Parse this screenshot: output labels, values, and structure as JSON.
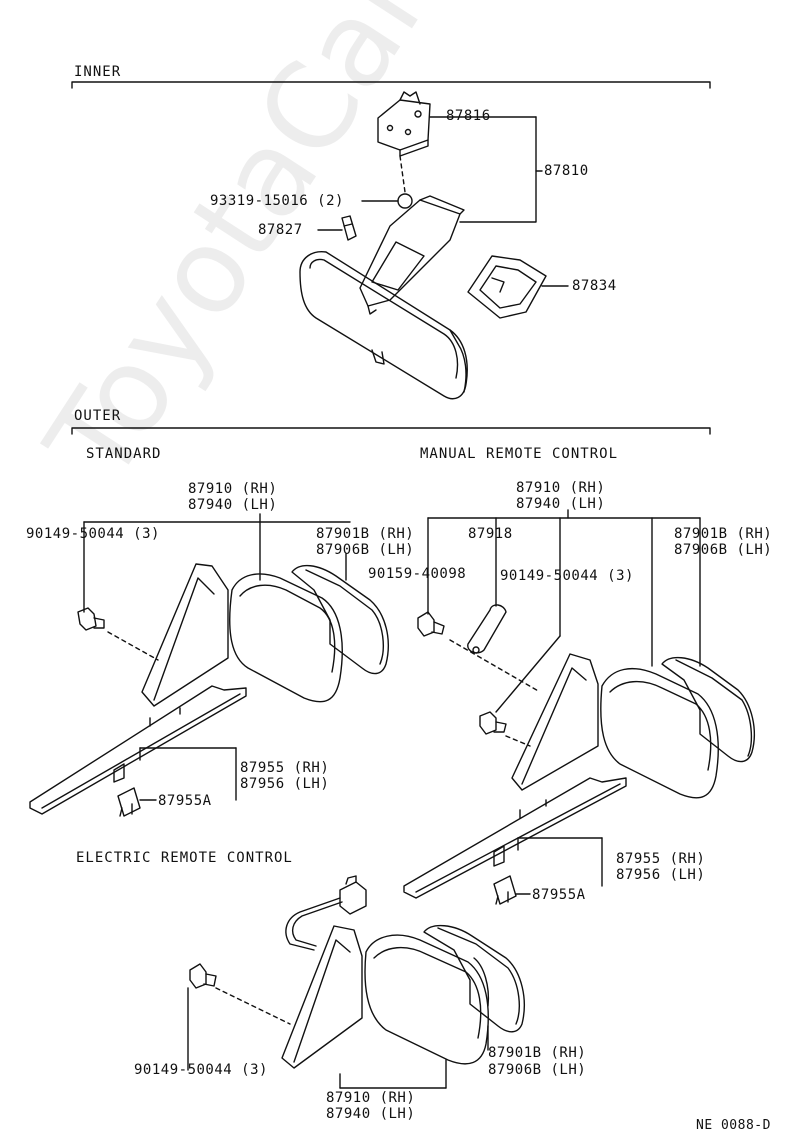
{
  "watermark": "ToyotaCarMine.ru",
  "diagram_id": "NE  0088-D",
  "sections": {
    "inner": "INNER",
    "outer": "OUTER",
    "standard": "STANDARD",
    "manual_remote": "MANUAL REMOTE CONTROL",
    "electric_remote": "ELECTRIC REMOTE CONTROL"
  },
  "inner_parts": {
    "p87816": "87816",
    "p87810": "87810",
    "p93319": "93319-15016 (2)",
    "p87827": "87827",
    "p87834": "87834"
  },
  "standard_parts": {
    "mirror_rh": "87910 (RH)",
    "mirror_lh": "87940 (LH)",
    "screw": "90149-50044 (3)",
    "glass_rh": "87901B (RH)",
    "glass_lh": "87906B (LH)",
    "seal_rh": "87955 (RH)",
    "seal_lh": "87956 (LH)",
    "clip": "87955A"
  },
  "manual_parts": {
    "mirror_rh": "87910 (RH)",
    "mirror_lh": "87940 (LH)",
    "knob": "87918",
    "glass_rh": "87901B (RH)",
    "glass_lh": "87906B (LH)",
    "screw_a": "90159-40098",
    "screw_b": "90149-50044 (3)",
    "seal_rh": "87955 (RH)",
    "seal_lh": "87956 (LH)",
    "clip": "87955A"
  },
  "electric_parts": {
    "glass_rh": "87901B (RH)",
    "glass_lh": "87906B (LH)",
    "screw": "90149-50044 (3)",
    "mirror_rh": "87910 (RH)",
    "mirror_lh": "87940 (LH)"
  }
}
